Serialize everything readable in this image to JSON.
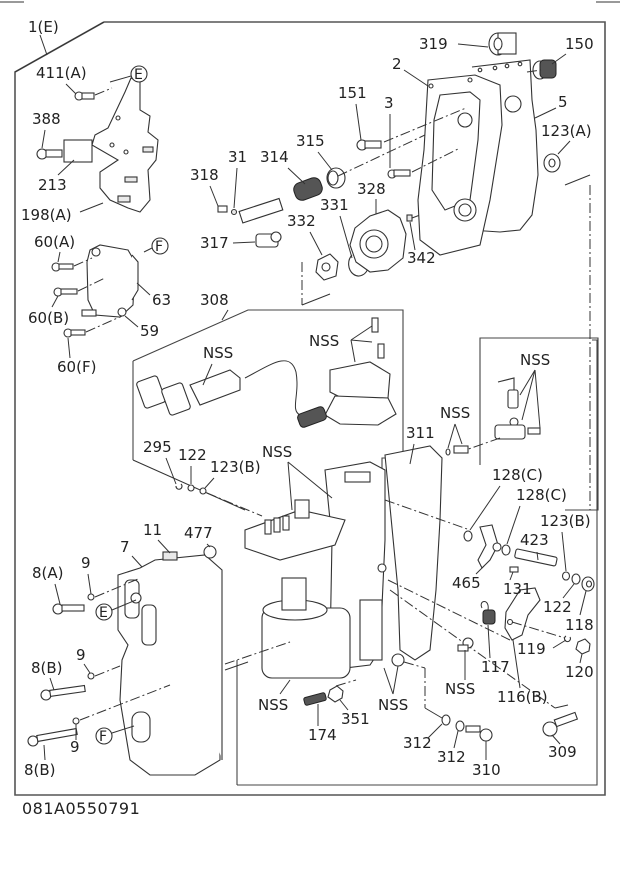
{
  "diagram": {
    "drawing_code": "081A0550791",
    "assembly_ref": "1(E)",
    "callout_refs": {
      "e": "E",
      "f": "F"
    },
    "labels": {
      "p411a": "411(A)",
      "p388": "388",
      "p213": "213",
      "p198a": "198(A)",
      "p60a": "60(A)",
      "p60b": "60(B)",
      "p60f": "60(F)",
      "p63": "63",
      "p59": "59",
      "p318": "318",
      "p31": "31",
      "p314": "314",
      "p315": "315",
      "p317": "317",
      "p332": "332",
      "p331": "331",
      "p328": "328",
      "p342": "342",
      "p151": "151",
      "p3": "3",
      "p2": "2",
      "p319": "319",
      "p150": "150",
      "p5": "5",
      "p123a": "123(A)",
      "p308": "308",
      "nss_harness": "NSS",
      "nss_connector": "NSS",
      "nss_sensor": "NSS",
      "nss_screws": "NSS",
      "p311": "311",
      "p295": "295",
      "p122a": "122",
      "p123b_left": "123(B)",
      "nss_board": "NSS",
      "p128c_1": "128(C)",
      "p128c_2": "128(C)",
      "p123b_right": "123(B)",
      "p423": "423",
      "p465": "465",
      "p131": "131",
      "p122b": "122",
      "p118": "118",
      "p117": "117",
      "p119": "119",
      "p120": "120",
      "p116b": "116(B)",
      "nss_bolt": "NSS",
      "p11": "11",
      "p477": "477",
      "p7": "7",
      "p8a": "8(A)",
      "p9a": "9",
      "p8b_1": "8(B)",
      "p9b": "9",
      "p8b_2": "8(B)",
      "p9c": "9",
      "nss_coil": "NSS",
      "p174": "174",
      "p351": "351",
      "nss_nut": "NSS",
      "p312a": "312",
      "p312b": "312",
      "p310": "310",
      "p309": "309"
    }
  }
}
